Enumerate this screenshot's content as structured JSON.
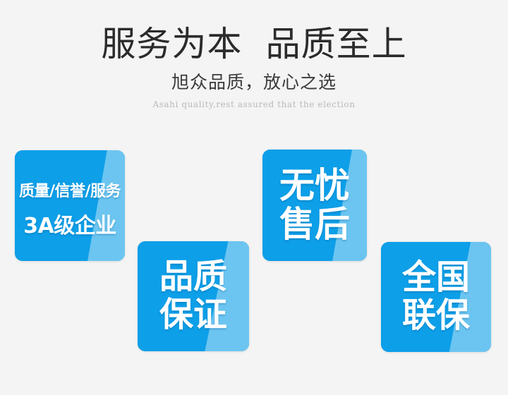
{
  "page": {
    "background_color": "#f4f4f4"
  },
  "header": {
    "headline": "服务为本  品质至上",
    "subtitle_cn": "旭众品质，放心之选",
    "subtitle_en": "Asahi quality,rest assured that the election"
  },
  "colors": {
    "brand_blue": "#0d9fe8",
    "brand_blue_light": "#6cc5f0",
    "headline_text": "#2b2b2b",
    "subtitle_text": "#3a3a3a",
    "subtitle_en_text": "#b9b9b9",
    "card_text": "#ffffff"
  },
  "cards": [
    {
      "id": "quality",
      "line_1": "质量/信誉/服务",
      "line_2": "3A级企业"
    },
    {
      "id": "assurance",
      "line_1": "品质",
      "line_2": "保证"
    },
    {
      "id": "aftersales",
      "line_1": "无忧",
      "line_2": "售后"
    },
    {
      "id": "warranty",
      "line_1": "全国",
      "line_2": "联保"
    }
  ]
}
